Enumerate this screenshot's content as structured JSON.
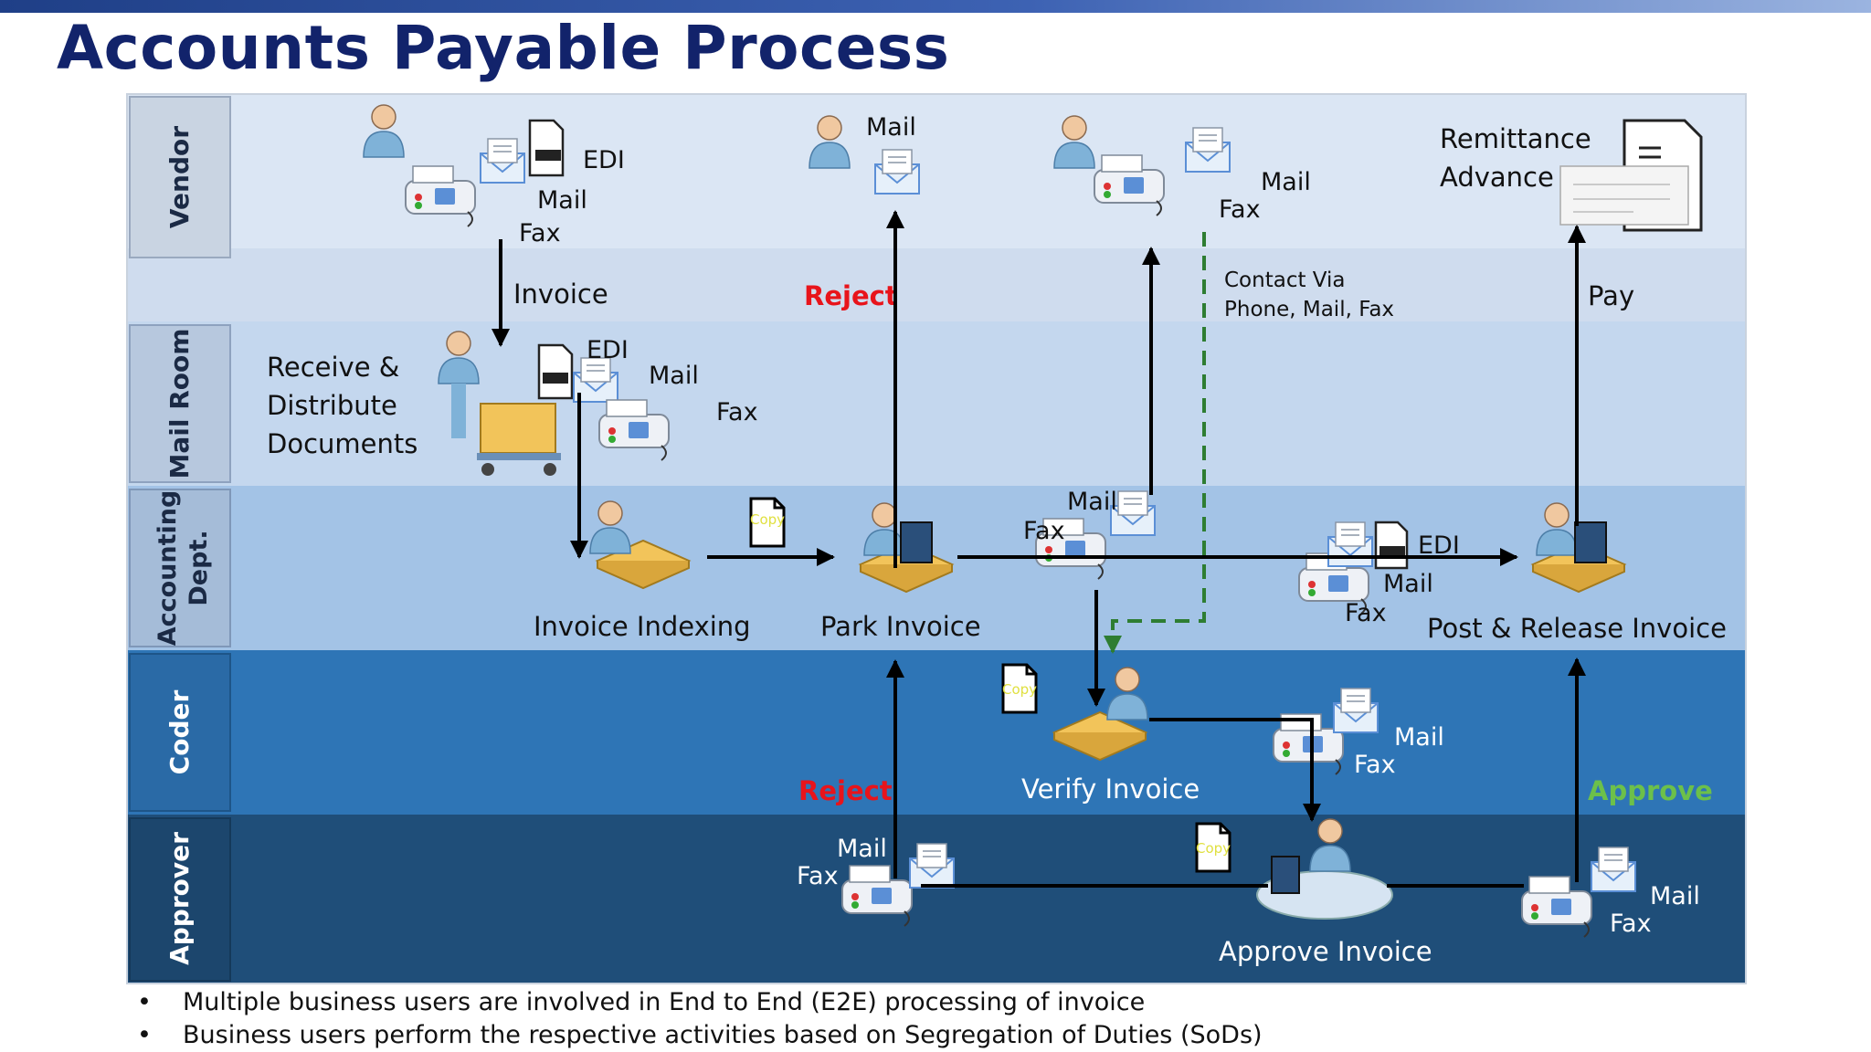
{
  "title": "Accounts Payable Process",
  "lanes": [
    {
      "name": "Vendor",
      "color": "#dbe6f4"
    },
    {
      "name": "Mail Room",
      "color": "#c4d7ee"
    },
    {
      "name": "Accounting Dept.",
      "color": "#a3c3e6"
    },
    {
      "name": "Coder",
      "color": "#2e75b6"
    },
    {
      "name": "Approver",
      "color": "#1f4e79"
    }
  ],
  "vendor": {
    "edi": "EDI",
    "mail": "Mail",
    "fax": "Fax",
    "mail_top": "Mail",
    "contact_mail": "Mail",
    "contact_fax": "Fax",
    "remittance_line1": "Remittance",
    "remittance_line2": "Advance"
  },
  "flow_labels": {
    "invoice": "Invoice",
    "reject_top": "Reject",
    "contact_line1": "Contact Via",
    "contact_line2": "Phone, Mail, Fax",
    "pay": "Pay",
    "reject_bottom": "Reject",
    "approve": "Approve"
  },
  "mailroom": {
    "line1": "Receive &",
    "line2": "Distribute",
    "line3": "Documents",
    "edi": "EDI",
    "mail": "Mail",
    "fax": "Fax"
  },
  "accounting": {
    "copy": "Copy",
    "invoice_indexing": "Invoice Indexing",
    "park_invoice": "Park Invoice",
    "mail": "Mail",
    "fax": "Fax",
    "edi2": "EDI",
    "mail2": "Mail",
    "fax2": "Fax",
    "post_release": "Post & Release Invoice"
  },
  "coder": {
    "copy": "Copy",
    "verify_invoice": "Verify Invoice",
    "mail": "Mail",
    "fax": "Fax"
  },
  "approver": {
    "mail": "Mail",
    "fax": "Fax",
    "copy": "Copy",
    "approve_invoice": "Approve Invoice",
    "mail2": "Mail",
    "fax2": "Fax"
  },
  "bullets": [
    "Multiple business users are involved in End to End (E2E) processing of invoice",
    "Business users perform the respective activities based on Segregation of Duties (SoDs)"
  ],
  "colors": {
    "title": "#12236b",
    "reject": "#e8141b",
    "approve": "#6cc04a",
    "dashed": "#2e7d32"
  }
}
